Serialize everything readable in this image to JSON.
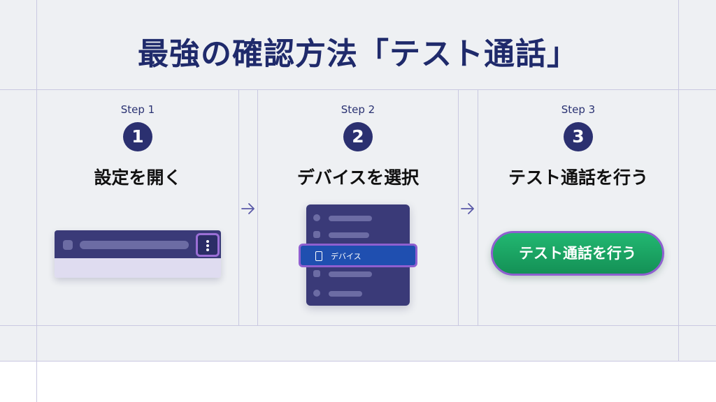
{
  "title": "最強の確認方法「テスト通話」",
  "steps": [
    {
      "label": "Step 1",
      "number": "1",
      "title": "設定を開く"
    },
    {
      "label": "Step 2",
      "number": "2",
      "title": "デバイスを選択"
    },
    {
      "label": "Step 3",
      "number": "3",
      "title": "テスト通話を行う"
    }
  ],
  "step2_menu": {
    "highlighted_item": "デバイス"
  },
  "step3_button": {
    "label": "テスト通話を行う"
  },
  "colors": {
    "background": "#eef0f3",
    "gridline": "#c9c8e1",
    "navy": "#2b3070",
    "panel": "#3a3a78",
    "highlight_border": "#9b6fd6",
    "selected_item": "#1f4fb0",
    "button_green": "#1aa865"
  },
  "icons": [
    "vertical-dots-icon",
    "arrow-right-icon",
    "phone-icon",
    "user-icon",
    "video-icon",
    "list-icon",
    "help-icon"
  ]
}
